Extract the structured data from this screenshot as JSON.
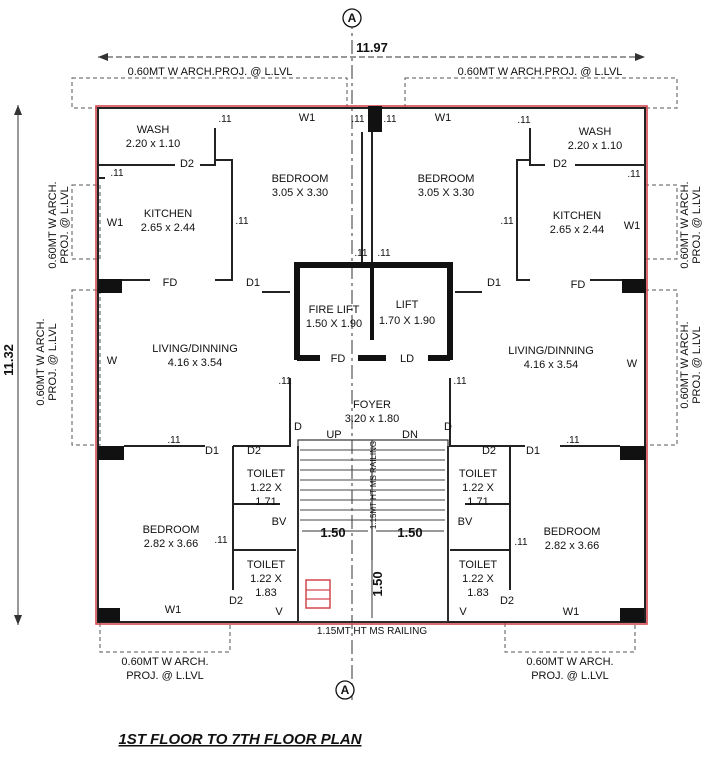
{
  "title": "1ST FLOOR TO 7TH FLOOR PLAN",
  "dimensions": {
    "width": "11.97",
    "height": "11.32",
    "stair_w_left": "1.50",
    "stair_w_right": "1.50",
    "stair_len": "1.50"
  },
  "section_marker": "A",
  "projections": {
    "top_left": "0.60MT W ARCH.PROJ. @ L.LVL",
    "top_right": "0.60MT W ARCH.PROJ. @ L.LVL",
    "left_upper_1": "0.60MT W ARCH.",
    "left_upper_2": "PROJ. @ L.LVL",
    "left_lower_1": "0.60MT W ARCH.",
    "left_lower_2": "PROJ. @ L.LVL",
    "right_upper_1": "0.60MT W ARCH.",
    "right_upper_2": "PROJ. @ L.LVL",
    "right_lower_1": "0.60MT W ARCH.",
    "right_lower_2": "PROJ. @ L.LVL",
    "bottom_left_1": "0.60MT W ARCH.",
    "bottom_left_2": "PROJ. @ L.LVL",
    "bottom_right_1": "0.60MT W ARCH.",
    "bottom_right_2": "PROJ. @ L.LVL"
  },
  "rooms": {
    "wash": "WASH",
    "wash_size": "2.20 x 1.10",
    "kitchen": "KITCHEN",
    "kitchen_size": "2.65 x 2.44",
    "bedroom": "BEDROOM",
    "bedroom_top_size": "3.05 X 3.30",
    "living": "LIVING/DINNING",
    "living_size": "4.16 x 3.54",
    "fire_lift": "FIRE LIFT",
    "fire_lift_size": "1.50 X 1.90",
    "lift": "LIFT",
    "lift_size": "1.70 X 1.90",
    "foyer": "FOYER",
    "foyer_size": "3.20 x 1.80",
    "toilet": "TOILET",
    "toilet1_size_a": "1.22 X",
    "toilet1_size_b": "1.71",
    "toilet2_size_a": "1.22 X",
    "toilet2_size_b": "1.83",
    "bedroom_bottom_size": "2.82 x 3.66"
  },
  "openings": {
    "w1": "W1",
    "w": "W",
    "d1": "D1",
    "d2": "D2",
    "d": "D",
    "fd": "FD",
    "ld": "LD",
    "bv": "BV",
    "v": "V",
    "wall11": ".11",
    "up": "UP",
    "dn": "DN"
  },
  "railings": {
    "stair": "1.15MT HT MS RAILING",
    "bottom": "1.15MT HT MS RAILING"
  }
}
